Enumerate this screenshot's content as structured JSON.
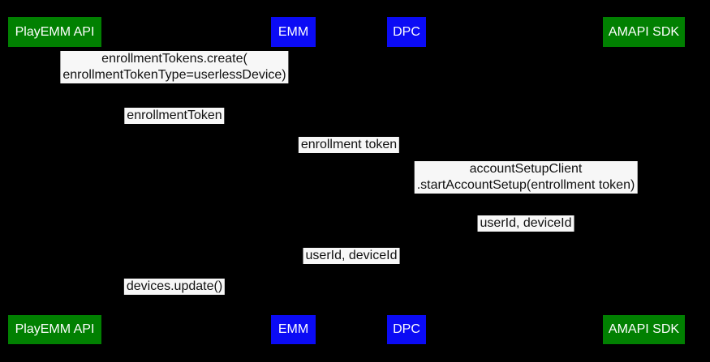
{
  "diagram": {
    "type": "sequence-diagram",
    "background_color": "#000000",
    "label_background_color": "#f7f7f7",
    "label_text_color": "#111111",
    "actor_green_color": "#018001",
    "actor_blue_color": "#0b0bf5",
    "actors": [
      {
        "label": "PlayEMM API",
        "color": "#018001"
      },
      {
        "label": "EMM",
        "color": "#0b0bf5"
      },
      {
        "label": "DPC",
        "color": "#0b0bf5"
      },
      {
        "label": "AMAPI SDK",
        "color": "#018001"
      }
    ],
    "messages": [
      {
        "lines": [
          "enrollmentTokens.create(",
          "enrollmentTokenType=userlessDevice)"
        ]
      },
      {
        "lines": [
          "enrollmentToken"
        ]
      },
      {
        "lines": [
          "enrollment token"
        ]
      },
      {
        "lines": [
          "accountSetupClient",
          ".startAccountSetup(entrollment token)"
        ]
      },
      {
        "lines": [
          "userId, deviceId"
        ]
      },
      {
        "lines": [
          "userId, deviceId"
        ]
      },
      {
        "lines": [
          "devices.update()"
        ]
      }
    ]
  }
}
